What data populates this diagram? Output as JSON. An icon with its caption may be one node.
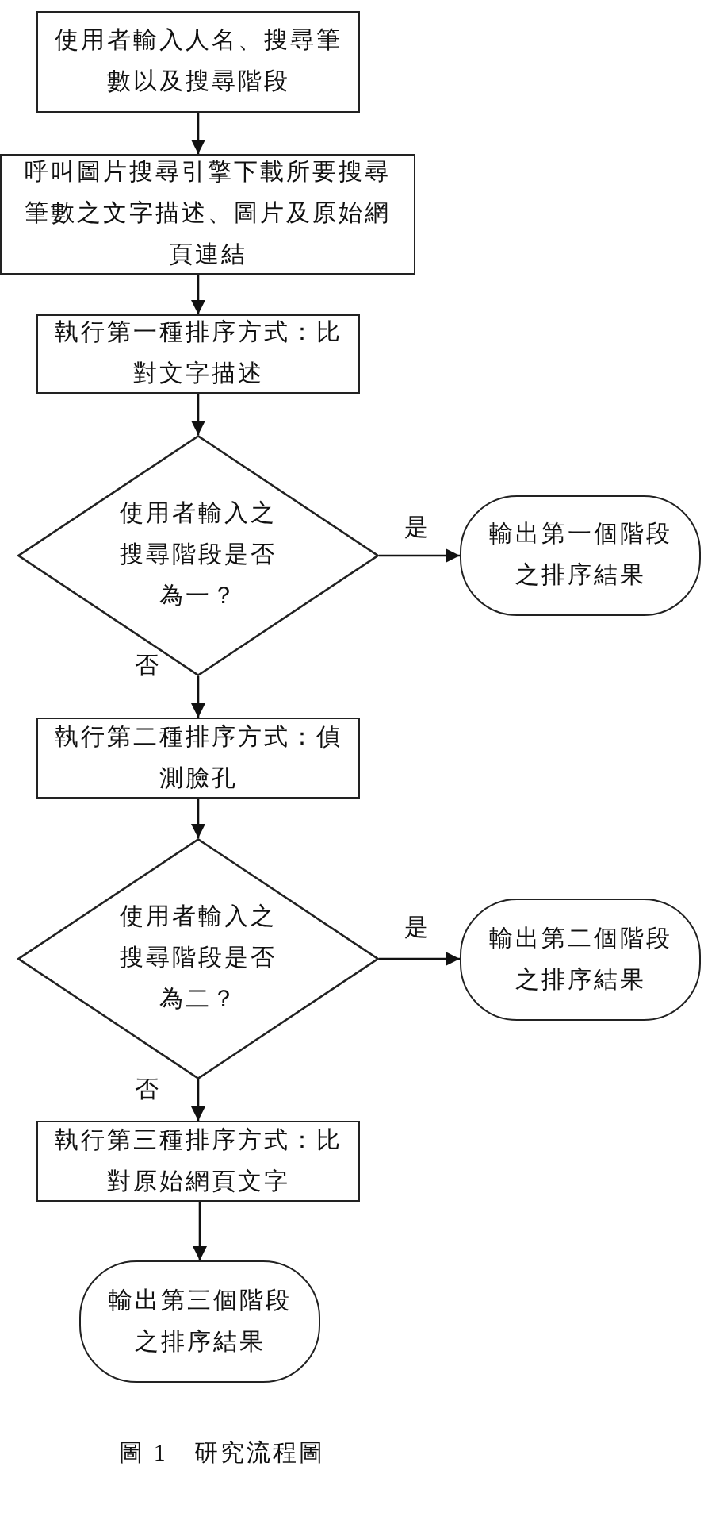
{
  "diagram": {
    "caption": "圖 1　研究流程圖",
    "nodes": [
      {
        "text": [
          "使用者輸入人名、搜尋筆數以及搜尋階段"
        ]
      },
      {
        "text": [
          "呼叫圖片搜尋引擎下載所要搜尋筆數之文字描述、圖片及原始網頁連結"
        ]
      },
      {
        "text": [
          "執行第一種排序方式：比對文字描述"
        ]
      },
      {
        "text": [
          "使用者輸入之搜尋階段是否為一？"
        ]
      },
      {
        "text": [
          "輸出第一個階段之排序結果"
        ]
      },
      {
        "text": [
          "執行第二種排序方式：偵測臉孔"
        ]
      },
      {
        "text": [
          "使用者輸入之搜尋階段是否為二？"
        ]
      },
      {
        "text": [
          "輸出第二個階段之排序結果"
        ]
      },
      {
        "text": [
          "執行第三種排序方式：比對原始網頁文字"
        ]
      },
      {
        "text": [
          "輸出第三個階段之排序結果"
        ]
      }
    ],
    "edges": [
      {
        "from": 0,
        "to": 1,
        "arrow": "to"
      },
      {
        "from": 1,
        "to": 2,
        "arrow": "to"
      },
      {
        "from": 2,
        "to": 3,
        "arrow": "to"
      },
      {
        "from": 3,
        "to": 4,
        "arrow": "to",
        "label": "是"
      },
      {
        "from": 3,
        "to": 5,
        "arrow": "to",
        "label": "否"
      },
      {
        "from": 5,
        "to": 6,
        "arrow": "to"
      },
      {
        "from": 6,
        "to": 7,
        "arrow": "to",
        "label": "是"
      },
      {
        "from": 6,
        "to": 8,
        "arrow": "to",
        "label": "否"
      },
      {
        "from": 8,
        "to": 9,
        "arrow": "to"
      }
    ]
  }
}
